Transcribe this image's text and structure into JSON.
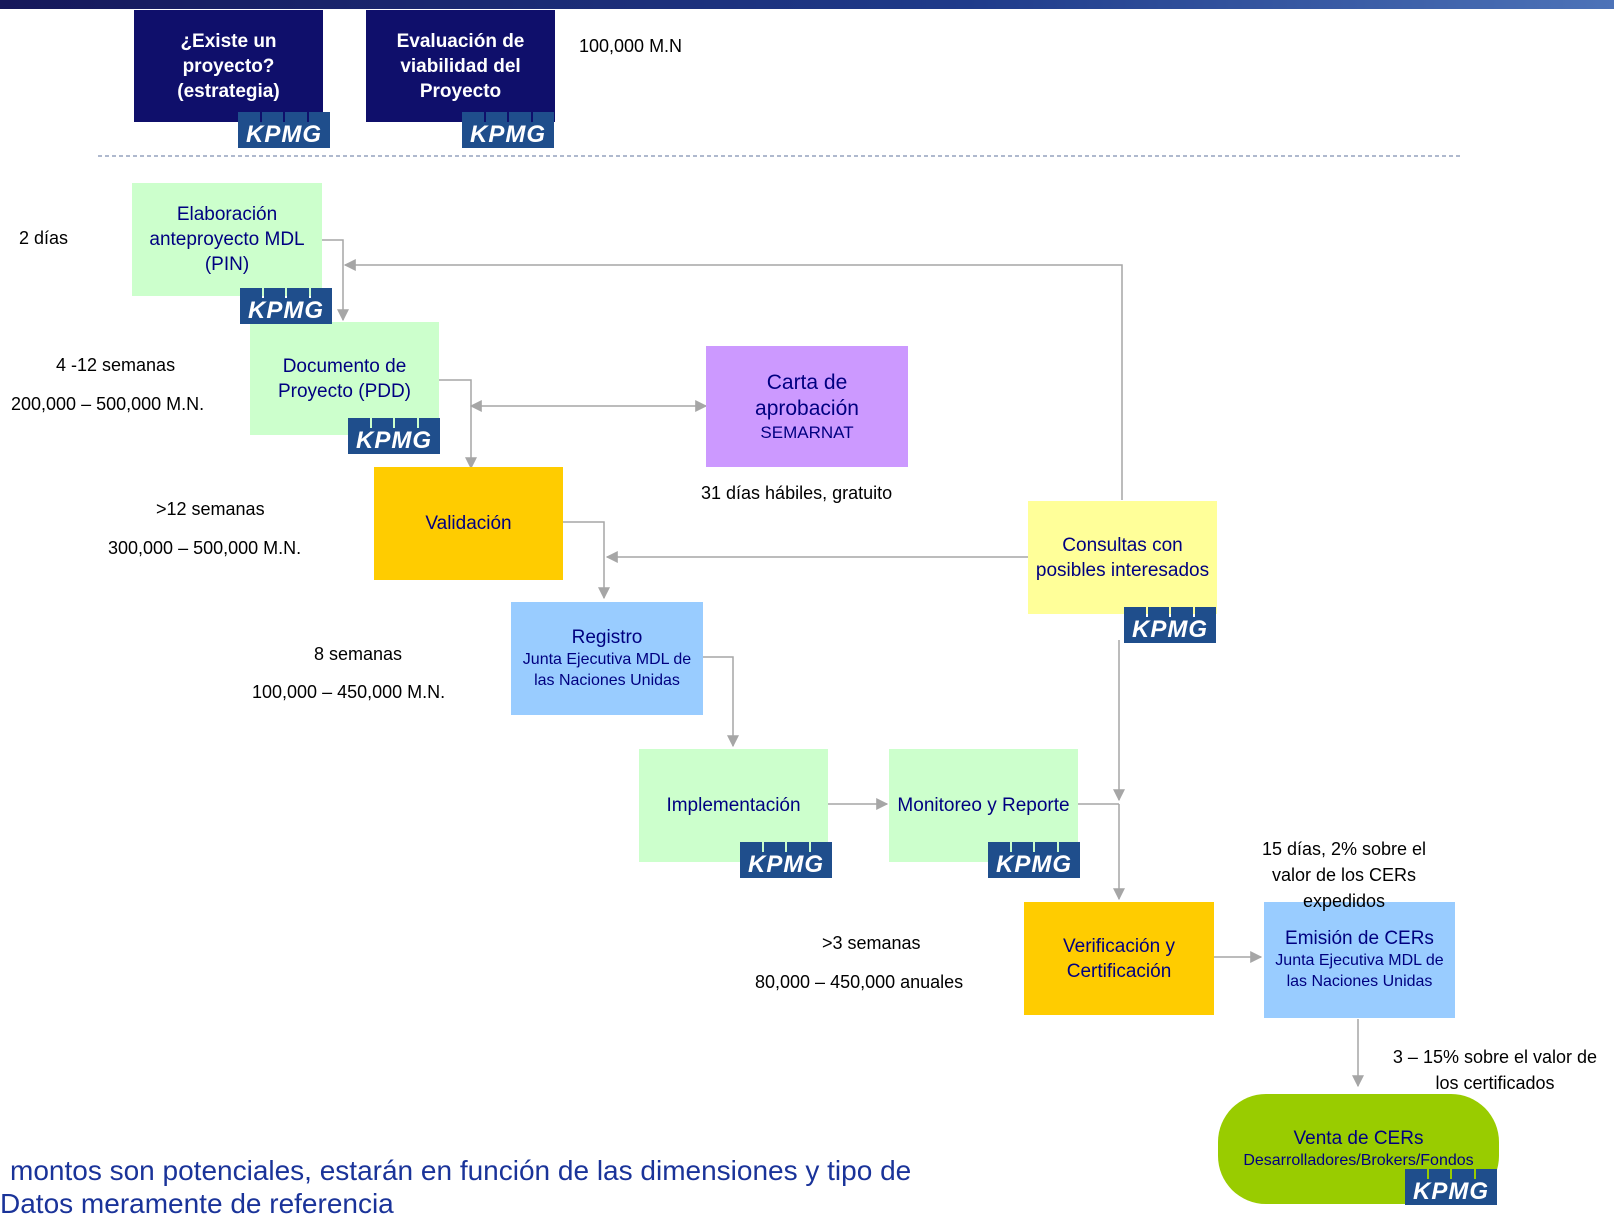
{
  "top": {
    "box1": "¿Existe un proyecto? (estrategia)",
    "box2": "Evaluación de viabilidad del Proyecto",
    "cost": "100,000 M.N"
  },
  "steps": {
    "pin": "Elaboración anteproyecto MDL (PIN)",
    "pdd": "Documento de Proyecto (PDD)",
    "carta_title": "Carta de aprobación",
    "carta_sub": "SEMARNAT",
    "validacion": "Validación",
    "consultas": "Consultas con posibles interesados",
    "registro_title": "Registro",
    "registro_sub": "Junta Ejecutiva MDL de las Naciones Unidas",
    "implementacion": "Implementación",
    "monitoreo": "Monitoreo y Reporte",
    "verificacion": "Verificación y Certificación",
    "emision_title": "Emisión de CERs",
    "emision_sub": "Junta Ejecutiva MDL de las Naciones Unidas",
    "venta_title": "Venta de CERs",
    "venta_sub": "Desarrolladores/Brokers/Fondos"
  },
  "labels": {
    "pin_time": "2 días",
    "pdd_time": "4 -12 semanas",
    "pdd_cost": "200,000 – 500,000 M.N.",
    "carta_info": "31 días hábiles, gratuito",
    "val_time": ">12  semanas",
    "val_cost": "300,000 – 500,000 M.N.",
    "reg_time": "8 semanas",
    "reg_cost": "100,000 – 450,000 M.N.",
    "ver_time": ">3 semanas",
    "ver_cost": "80,000 – 450,000 anuales",
    "emision_info": "15 días, 2% sobre el valor de los CERs expedidos",
    "venta_info": "3 – 15% sobre el valor de los certificados"
  },
  "logo_text": "KPMG",
  "footnote": {
    "line1": "montos son potenciales, estarán en función de las dimensiones y tipo de",
    "line2": "Datos meramente de referencia"
  },
  "colors": {
    "dark_box": "#0f0f6b",
    "green_box": "#ccffcc",
    "orange_box": "#ffcc00",
    "blue_box": "#99ccff",
    "purple_box": "#cc99ff",
    "yellow_box": "#ffff99",
    "pill": "#99cc00",
    "logo": "#1f4e8c",
    "text_navy": "#000080",
    "connector": "#a6a6a6"
  }
}
